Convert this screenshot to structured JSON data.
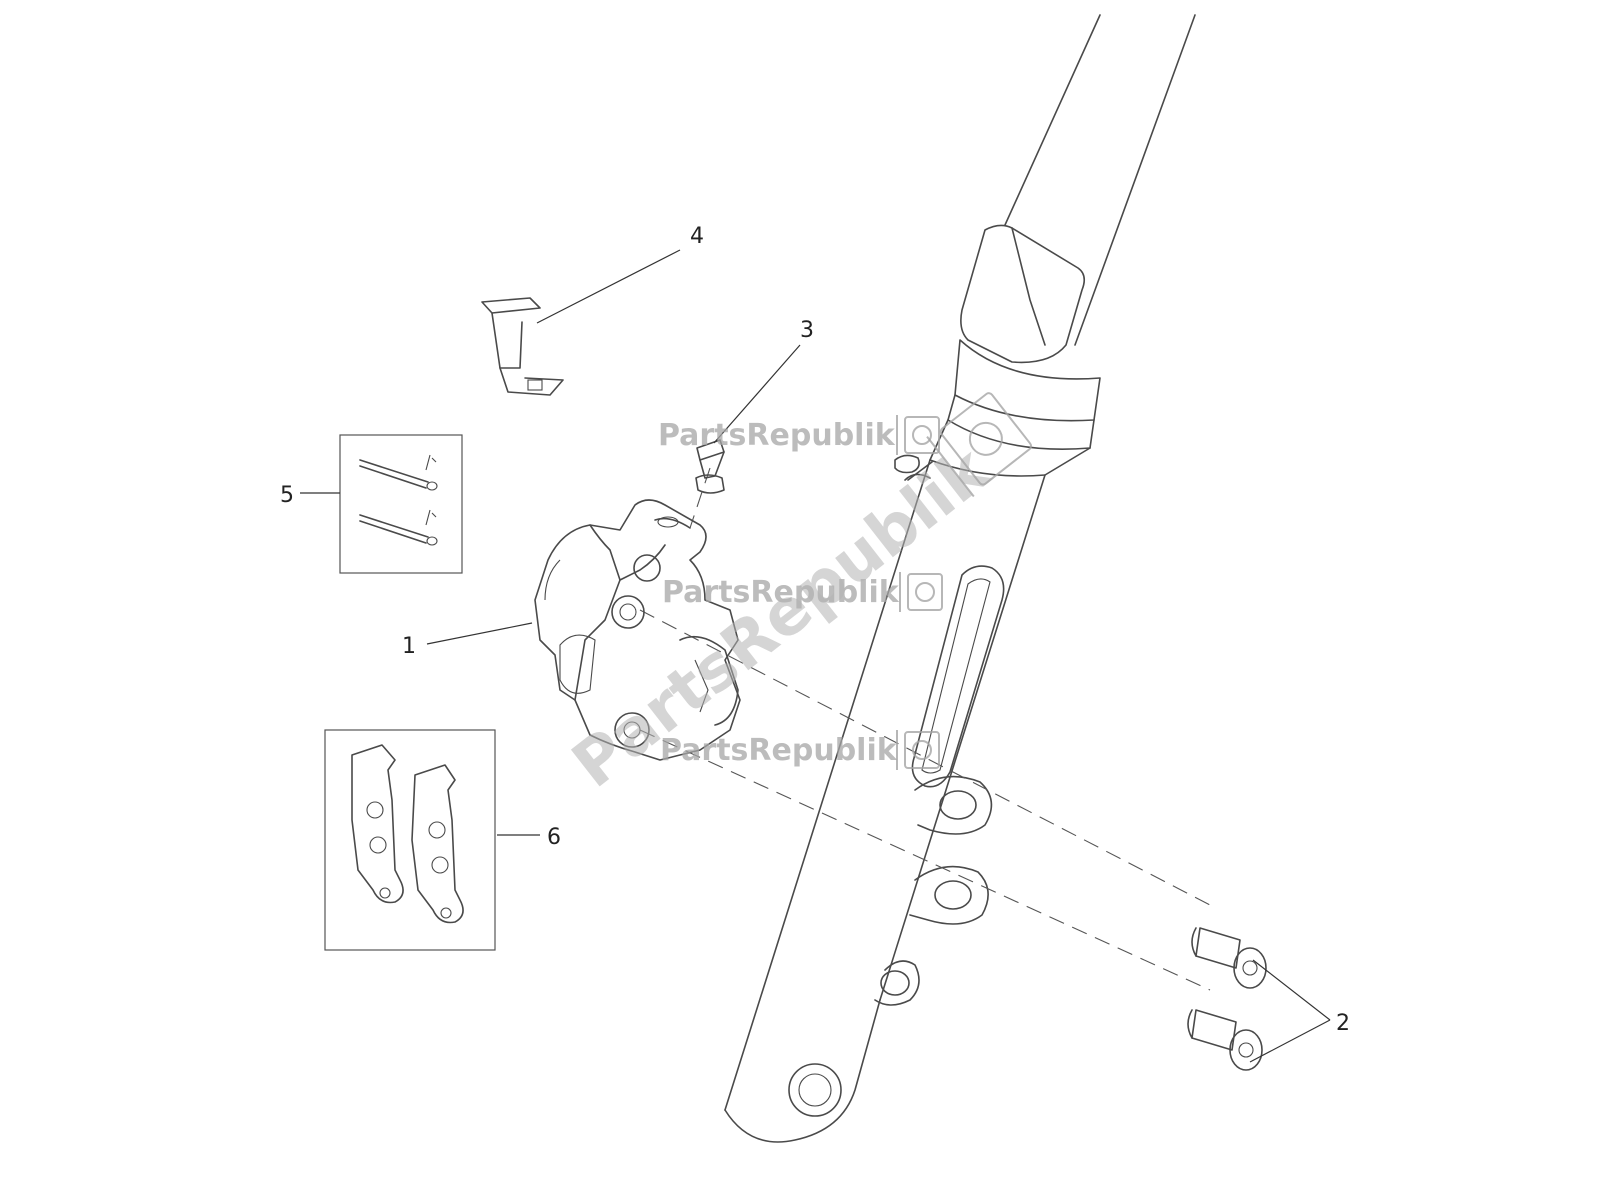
{
  "watermark": {
    "text": "PartsRepublik"
  },
  "callouts": {
    "c1": "1",
    "c2": "2",
    "c3": "3",
    "c4": "4",
    "c5": "5",
    "c6": "6"
  }
}
